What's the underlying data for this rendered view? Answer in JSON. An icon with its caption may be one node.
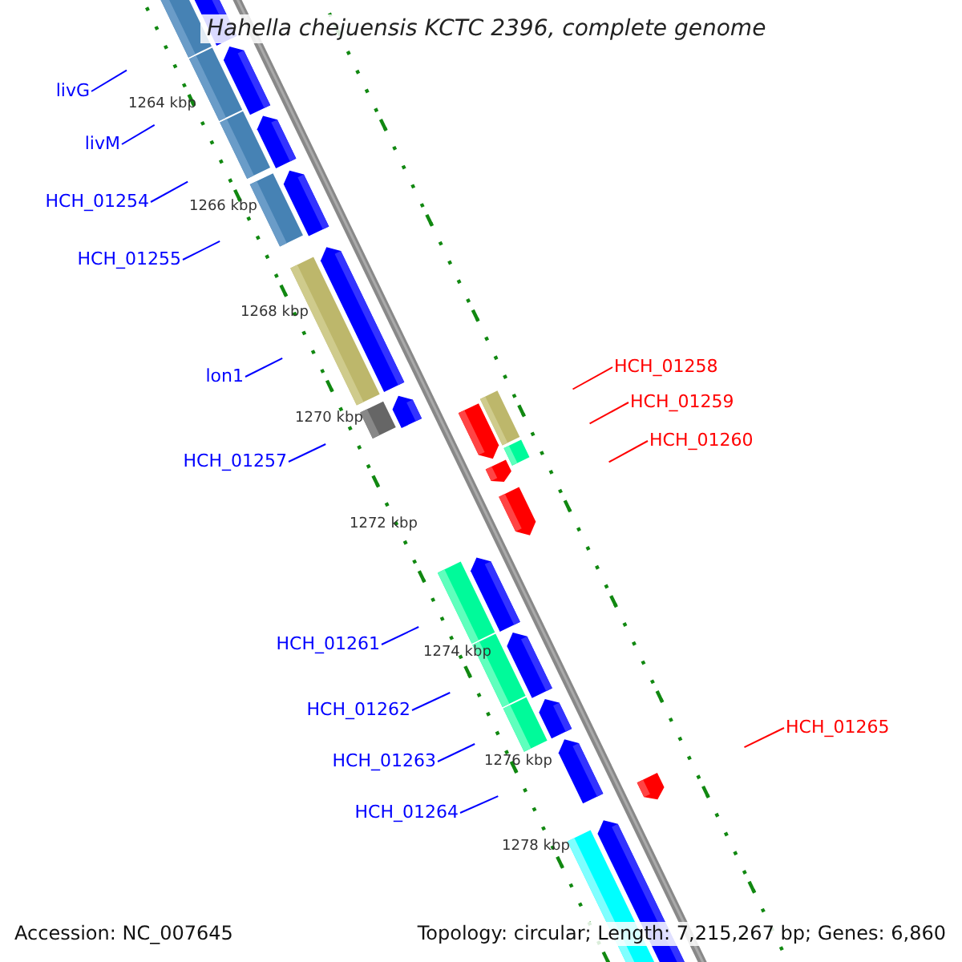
{
  "diagram": {
    "title": "Hahella chejuensis KCTC 2396, complete genome",
    "nodes": [
      {
        "text": [
          "livG"
        ]
      },
      {
        "text": [
          "livM"
        ]
      },
      {
        "text": [
          "HCH_01254"
        ]
      },
      {
        "text": [
          "HCH_01255"
        ]
      },
      {
        "text": [
          "HCH_01258"
        ]
      },
      {
        "text": [
          "lon1"
        ]
      },
      {
        "text": [
          "HCH_01259"
        ]
      },
      {
        "text": [
          "HCH_01260"
        ]
      },
      {
        "text": [
          "HCH_01257"
        ]
      },
      {
        "text": [
          "HCH_01261"
        ]
      },
      {
        "text": [
          "HCH_01262"
        ]
      },
      {
        "text": [
          "HCH_01265"
        ]
      },
      {
        "text": [
          "HCH_01263"
        ]
      },
      {
        "text": [
          "HCH_01264"
        ]
      }
    ],
    "edges": [
      {
        "from": 0,
        "to": null,
        "arrow": "none"
      },
      {
        "from": 1,
        "to": null,
        "arrow": "none"
      },
      {
        "from": 2,
        "to": null,
        "arrow": "none"
      },
      {
        "from": 3,
        "to": null,
        "arrow": "none"
      },
      {
        "from": 4,
        "to": null,
        "arrow": "none",
        "color": "#ff0000"
      },
      {
        "from": 5,
        "to": null,
        "arrow": "none"
      },
      {
        "from": 6,
        "to": null,
        "arrow": "none",
        "color": "#ff0000"
      },
      {
        "from": 7,
        "to": null,
        "arrow": "none",
        "color": "#ff0000"
      },
      {
        "from": 8,
        "to": null,
        "arrow": "none"
      },
      {
        "from": 9,
        "to": null,
        "arrow": "none"
      },
      {
        "from": 10,
        "to": null,
        "arrow": "none"
      },
      {
        "from": 11,
        "to": null,
        "arrow": "none",
        "color": "#ff0000"
      },
      {
        "from": 12,
        "to": null,
        "arrow": "none"
      },
      {
        "from": 13,
        "to": null,
        "arrow": "none"
      }
    ],
    "labels": [
      "1264 kbp",
      "1266 kbp",
      "1268 kbp",
      "1270 kbp",
      "1272 kbp",
      "1274 kbp",
      "1276 kbp",
      "1278 kbp",
      "Accession: NC_007645",
      "Topology: circular; Length: 7,215,267 bp; Genes: 6,860"
    ]
  }
}
